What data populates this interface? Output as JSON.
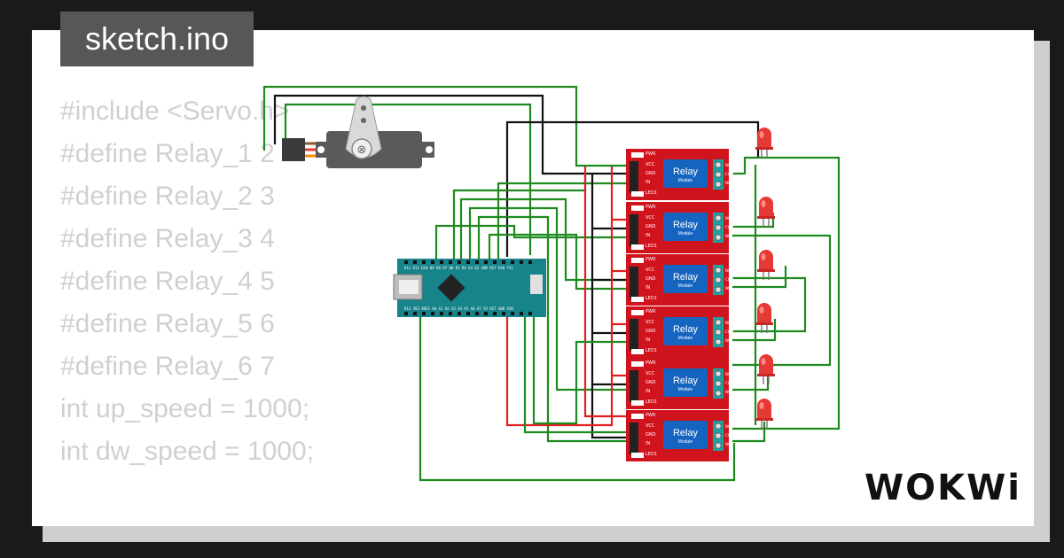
{
  "title": "sketch.ino",
  "code_lines": [
    "#include <Servo.h>",
    "#define Relay_1 2",
    "#define Relay_2 3",
    "#define Relay_3 4",
    "#define Relay_4 5",
    "#define Relay_5 6",
    "#define Relay_6 7",
    "int up_speed = 1000;",
    "int dw_speed = 1000;",
    ""
  ],
  "brand": "WOKWi",
  "relay": {
    "label": "Relay",
    "sublabel": "Module",
    "pins": [
      "PWR",
      "VCC",
      "GND",
      "IN",
      "LED1"
    ],
    "contacts": [
      "NO",
      "COM",
      "NC"
    ],
    "count": 6
  },
  "board_labels": {
    "top": "D12 D11 D10 D9 D8 D7 D6 D5 D4 D3 D2 GND RST RX0 TX1",
    "bottom": "D13 3V3 AREF A0 A1 A2 A3 A4 A5 A6 A7 5V RST GND VIN"
  },
  "colors": {
    "wire_green": "#1f8a1f",
    "wire_black": "#111111",
    "wire_red": "#e02020",
    "relay_red": "#d0141d",
    "relay_blue": "#1565c0",
    "led_red": "#e53935",
    "board_teal": "#17838b"
  }
}
